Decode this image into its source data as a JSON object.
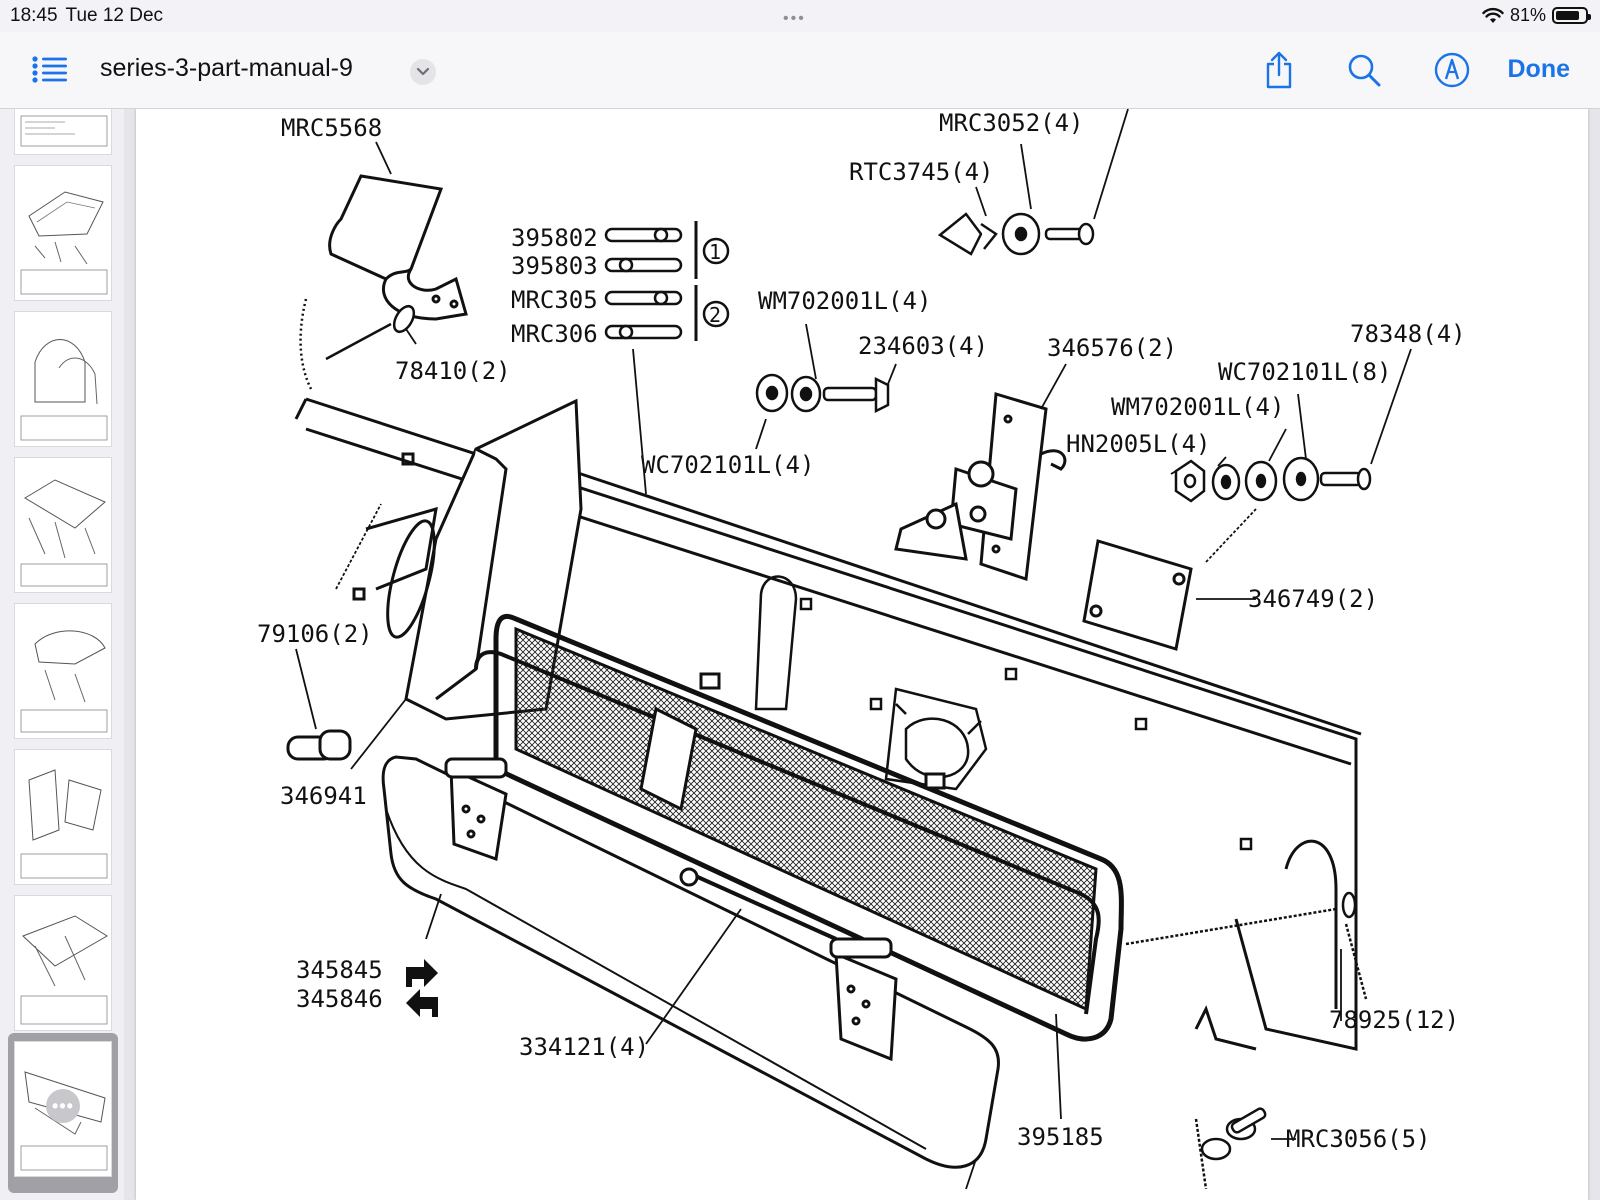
{
  "status_bar": {
    "time": "18:45",
    "date": "Tue 12 Dec",
    "battery_text": "81%",
    "battery_level": 0.81
  },
  "toolbar": {
    "doc_title": "series-3-part-manual-9",
    "done_label": "Done"
  },
  "sidebar": {
    "page_count_visible": 8,
    "selected_index": 7
  },
  "diagram": {
    "labels": {
      "mrc5568": "MRC5568",
      "mrc3052": "MRC3052(4)",
      "rtc3745": "RTC3745(4)",
      "p395802": "395802",
      "p395803": "395803",
      "mrc305": "MRC305",
      "mrc306": "MRC306",
      "group1": "1",
      "group2": "2",
      "wm702001l_a": "WM702001L(4)",
      "p234603": "234603(4)",
      "p346576": "346576(2)",
      "p78348": "78348(4)",
      "wc702101l_8": "WC702101L(8)",
      "wm702001l_b": "WM702001L(4)",
      "hn2005l": "HN2005L(4)",
      "p78410": "78410(2)",
      "wc702101l_4": "WC702101L(4)",
      "p79106": "79106(2)",
      "p346941": "346941",
      "p346749": "346749(2)",
      "p345845": "345845",
      "p345846": "345846",
      "p334121": "334121(4)",
      "p395185": "395185",
      "p78925": "78925(12)",
      "mrc3056": "MRC3056(5)"
    }
  }
}
